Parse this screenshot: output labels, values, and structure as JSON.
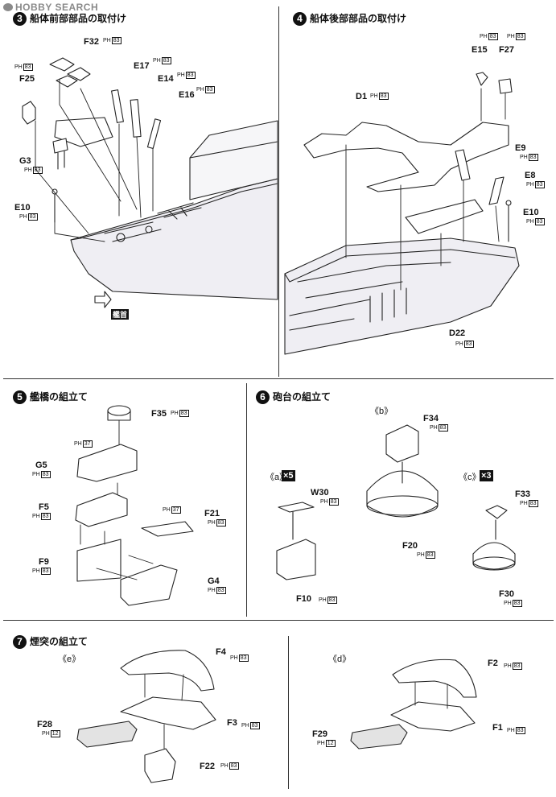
{
  "watermark": "HOBBY SEARCH",
  "steps": {
    "s3": {
      "num": "3",
      "title": "船体前部部品の取付け"
    },
    "s4": {
      "num": "4",
      "title": "船体後部部品の取付け"
    },
    "s5": {
      "num": "5",
      "title": "艦橋の組立て"
    },
    "s6": {
      "num": "6",
      "title": "砲台の組立て"
    },
    "s7": {
      "num": "7",
      "title": "煙突の組立て"
    }
  },
  "ph_prefix": "P",
  "ph_sub": "H",
  "bow_label": "艦首",
  "parts": {
    "F32": "F32",
    "F25": "F25",
    "E17": "E17",
    "E14": "E14",
    "E16": "E16",
    "G3": "G3",
    "E10": "E10",
    "E15": "E15",
    "F27": "F27",
    "D1": "D1",
    "E9": "E9",
    "E8": "E8",
    "E10b": "E10",
    "D22": "D22",
    "F35": "F35",
    "G5": "G5",
    "F5": "F5",
    "F21": "F21",
    "F9": "F9",
    "G4": "G4",
    "F34": "F34",
    "W30": "W30",
    "F20": "F20",
    "F33": "F33",
    "F10": "F10",
    "F30": "F30",
    "F4": "F4",
    "F3": "F3",
    "F28": "F28",
    "F22": "F22",
    "F2": "F2",
    "F1": "F1",
    "F29": "F29"
  },
  "runners": {
    "r83": "83",
    "r37": "37",
    "r12": "12"
  },
  "subs": {
    "a": "《a》",
    "b": "《b》",
    "c": "《c》",
    "d": "《d》",
    "e": "《e》"
  },
  "multipliers": {
    "x5": "×5",
    "x3": "×3"
  }
}
